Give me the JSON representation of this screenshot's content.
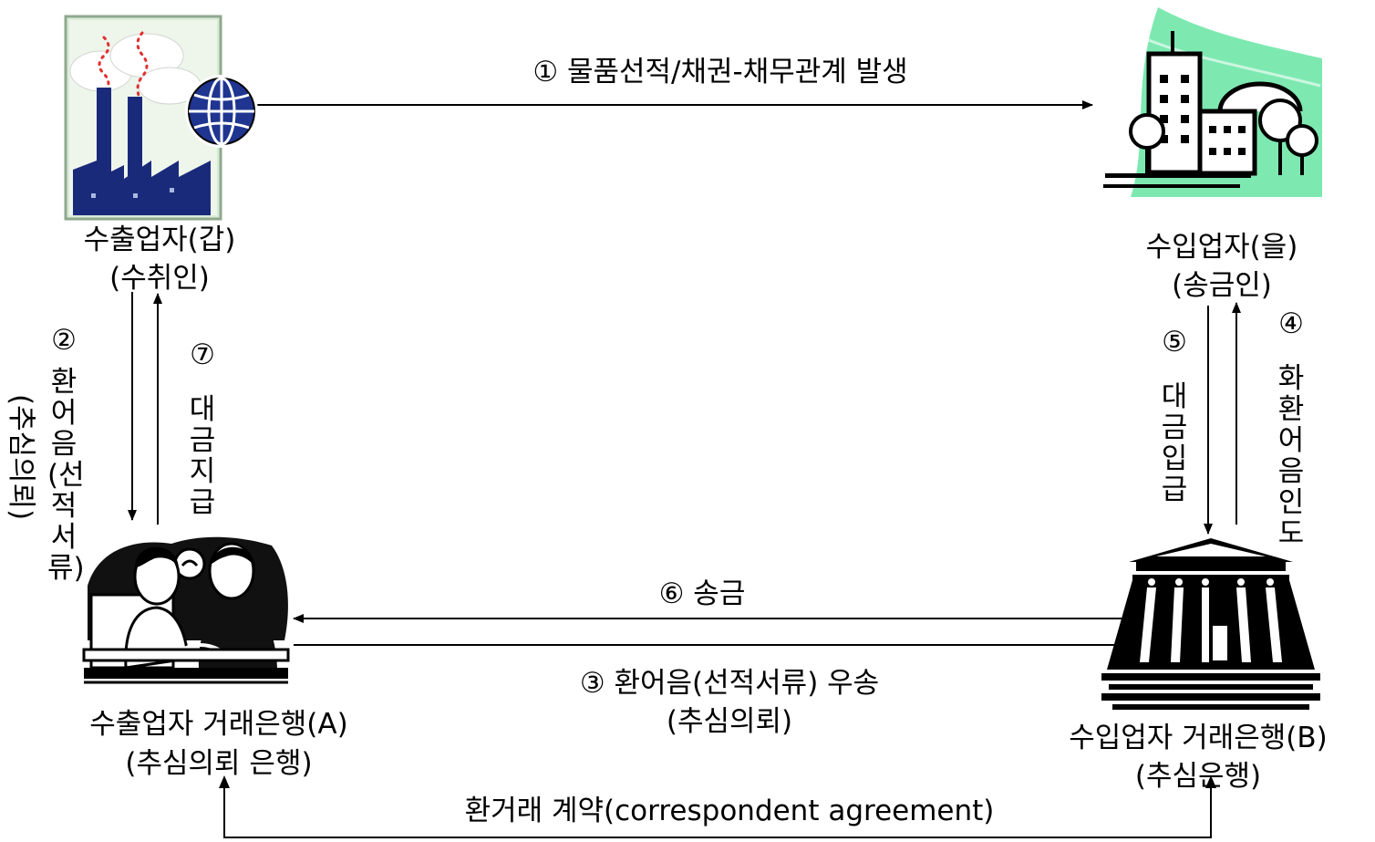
{
  "nodes": {
    "exporter": {
      "line1": "수출업자(갑)",
      "line2": "(수취인)"
    },
    "importer": {
      "line1": "수입업자(을)",
      "line2": "(송금인)"
    },
    "bank_a": {
      "line1": "수출업자  거래은행(A)",
      "line2": "(추심의뢰 은행)"
    },
    "bank_b": {
      "line1": "수입업자  거래은행(B)",
      "line2": "(추심은행)"
    }
  },
  "steps": {
    "s1": {
      "label": "① 물품선적/채권-채무관계 발생"
    },
    "s2": {
      "num": "②",
      "label": "환어음(선적서류)",
      "sub": "(추심의뢰)"
    },
    "s3": {
      "label": "③ 환어음(선적서류) 우송",
      "sub": "(추심의뢰)"
    },
    "s4": {
      "num": "④",
      "label": "화환어음 인도"
    },
    "s5": {
      "num": "⑤",
      "label": "대금입급"
    },
    "s6": {
      "label": "⑥ 송금"
    },
    "s7": {
      "num": "⑦",
      "label": "대금지급"
    }
  },
  "agreement": {
    "label": "환거래 계약(correspondent agreement)"
  },
  "icons": {
    "exporter": "factory-globe-icon",
    "importer": "office-building-icon",
    "bank_a": "bank-clerk-icon",
    "bank_b": "bank-building-icon"
  }
}
